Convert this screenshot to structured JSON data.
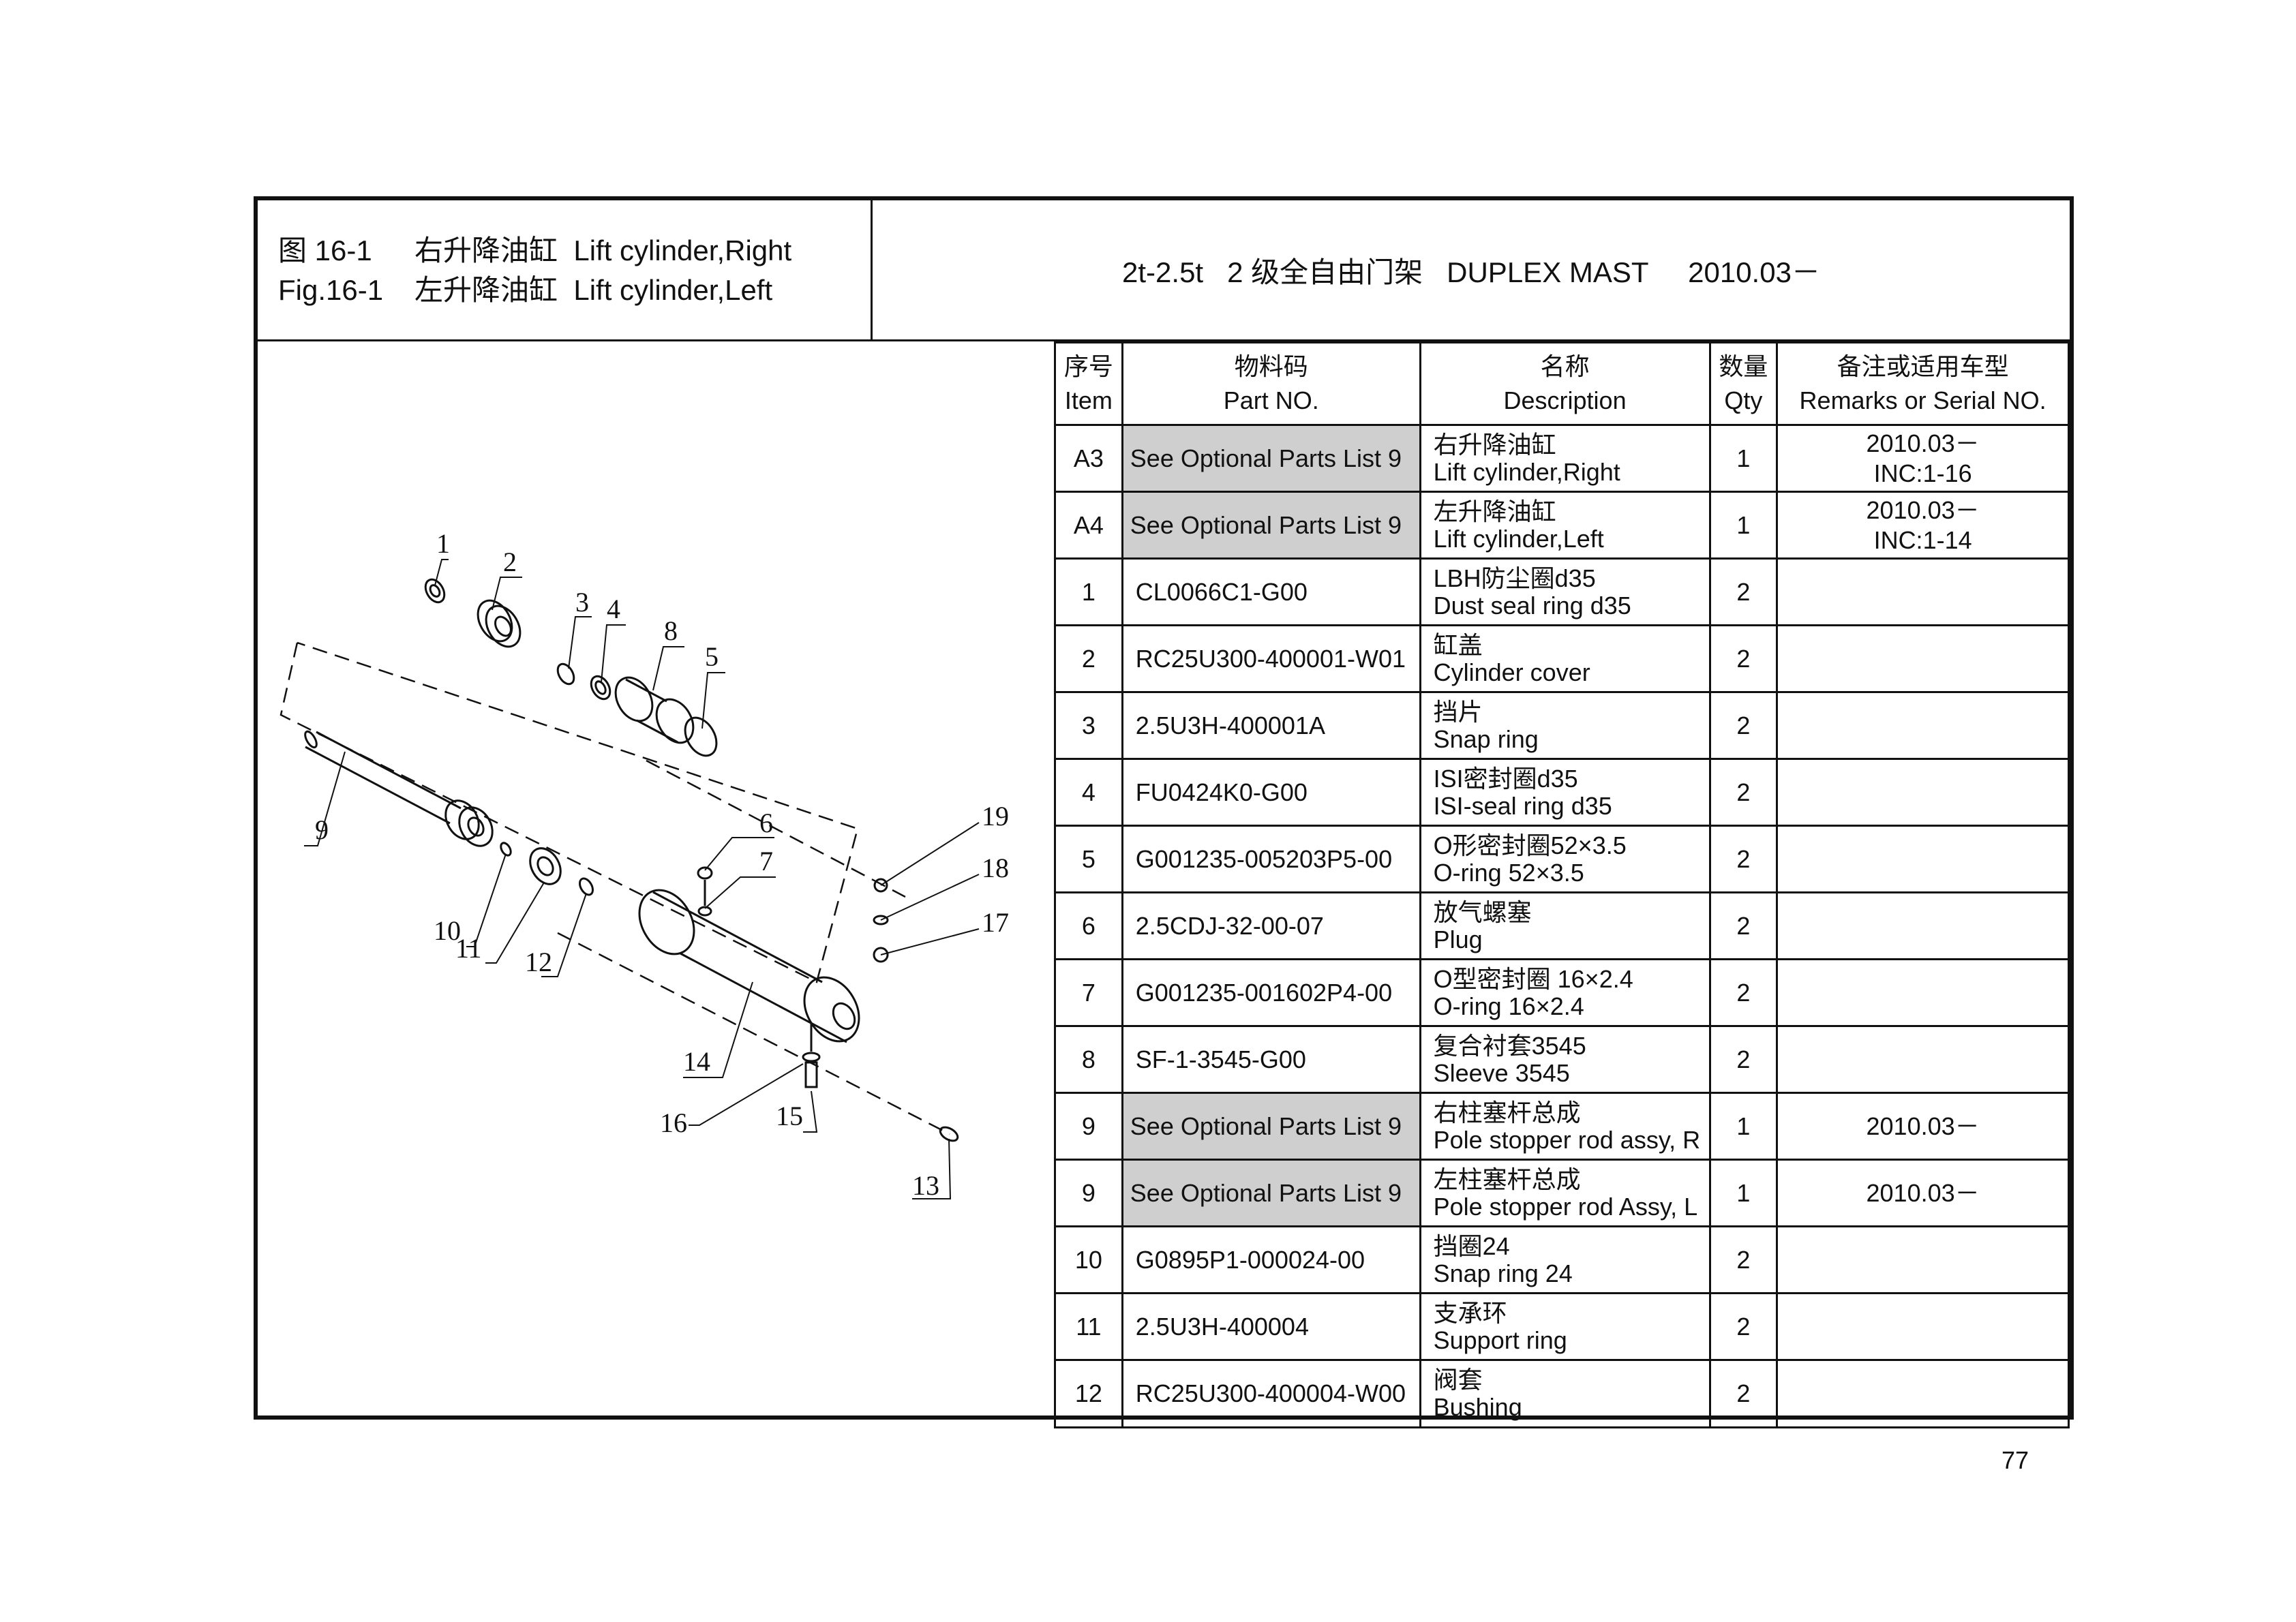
{
  "header": {
    "fig_cn_line": {
      "num": "图 16-1",
      "text": "右升降油缸  Lift cylinder,Right"
    },
    "fig_en_line": {
      "num": "Fig.16-1",
      "text": "左升降油缸  Lift cylinder,Left"
    },
    "title": "2t-2.5t   2 级全自由门架   DUPLEX MAST     2010.03－"
  },
  "columns": {
    "item": [
      "序号",
      "Item"
    ],
    "part": [
      "物料码",
      "Part NO."
    ],
    "desc": [
      "名称",
      "Description"
    ],
    "qty": [
      "数量",
      "Qty"
    ],
    "remarks": [
      "备注或适用车型",
      "Remarks or Serial NO."
    ]
  },
  "rows": [
    {
      "item": "A3",
      "part": "See Optional Parts List 9",
      "optional": true,
      "desc_cn": "右升降油缸",
      "desc_en": "Lift cylinder,Right",
      "qty": "1",
      "remark1": "2010.03－",
      "remark2": "INC:1-16"
    },
    {
      "item": "A4",
      "part": "See Optional Parts List 9",
      "optional": true,
      "desc_cn": "左升降油缸",
      "desc_en": "Lift cylinder,Left",
      "qty": "1",
      "remark1": "2010.03－",
      "remark2": "INC:1-14"
    },
    {
      "item": "1",
      "part": "CL0066C1-G00",
      "optional": false,
      "desc_cn": "LBH防尘圈d35",
      "desc_en": "Dust seal ring d35",
      "qty": "2",
      "remark1": "",
      "remark2": ""
    },
    {
      "item": "2",
      "part": "RC25U300-400001-W01",
      "optional": false,
      "desc_cn": "缸盖",
      "desc_en": "Cylinder cover",
      "qty": "2",
      "remark1": "",
      "remark2": ""
    },
    {
      "item": "3",
      "part": "2.5U3H-400001A",
      "optional": false,
      "desc_cn": "挡片",
      "desc_en": "Snap ring",
      "qty": "2",
      "remark1": "",
      "remark2": ""
    },
    {
      "item": "4",
      "part": "FU0424K0-G00",
      "optional": false,
      "desc_cn": "ISI密封圈d35",
      "desc_en": "ISI-seal ring d35",
      "qty": "2",
      "remark1": "",
      "remark2": ""
    },
    {
      "item": "5",
      "part": "G001235-005203P5-00",
      "optional": false,
      "desc_cn": "O形密封圈52×3.5",
      "desc_en": "O-ring 52×3.5",
      "qty": "2",
      "remark1": "",
      "remark2": ""
    },
    {
      "item": "6",
      "part": "2.5CDJ-32-00-07",
      "optional": false,
      "desc_cn": "放气螺塞",
      "desc_en": "Plug",
      "qty": "2",
      "remark1": "",
      "remark2": ""
    },
    {
      "item": "7",
      "part": "G001235-001602P4-00",
      "optional": false,
      "desc_cn": "O型密封圈  16×2.4",
      "desc_en": "O-ring 16×2.4",
      "qty": "2",
      "remark1": "",
      "remark2": ""
    },
    {
      "item": "8",
      "part": "SF-1-3545-G00",
      "optional": false,
      "desc_cn": "复合衬套3545",
      "desc_en": "Sleeve 3545",
      "qty": "2",
      "remark1": "",
      "remark2": ""
    },
    {
      "item": "9",
      "part": "See Optional Parts List 9",
      "optional": true,
      "desc_cn": "右柱塞杆总成",
      "desc_en": "Pole stopper rod assy, R",
      "qty": "1",
      "remark1": "2010.03－",
      "remark2": ""
    },
    {
      "item": "9",
      "part": "See Optional Parts List 9",
      "optional": true,
      "desc_cn": "左柱塞杆总成",
      "desc_en": "Pole stopper rod Assy, L",
      "qty": "1",
      "remark1": "2010.03－",
      "remark2": ""
    },
    {
      "item": "10",
      "part": "G0895P1-000024-00",
      "optional": false,
      "desc_cn": "挡圈24",
      "desc_en": "Snap ring 24",
      "qty": "2",
      "remark1": "",
      "remark2": ""
    },
    {
      "item": "11",
      "part": "2.5U3H-400004",
      "optional": false,
      "desc_cn": "支承环",
      "desc_en": "Support ring",
      "qty": "2",
      "remark1": "",
      "remark2": ""
    },
    {
      "item": "12",
      "part": "RC25U300-400004-W00",
      "optional": false,
      "desc_cn": "阀套",
      "desc_en": "Bushing",
      "qty": "2",
      "remark1": "",
      "remark2": ""
    }
  ],
  "diagram_callouts": [
    "1",
    "2",
    "3",
    "4",
    "8",
    "5",
    "9",
    "6",
    "7",
    "19",
    "18",
    "17",
    "10",
    "11",
    "12",
    "14",
    "16",
    "15",
    "13"
  ],
  "page_number": "77"
}
